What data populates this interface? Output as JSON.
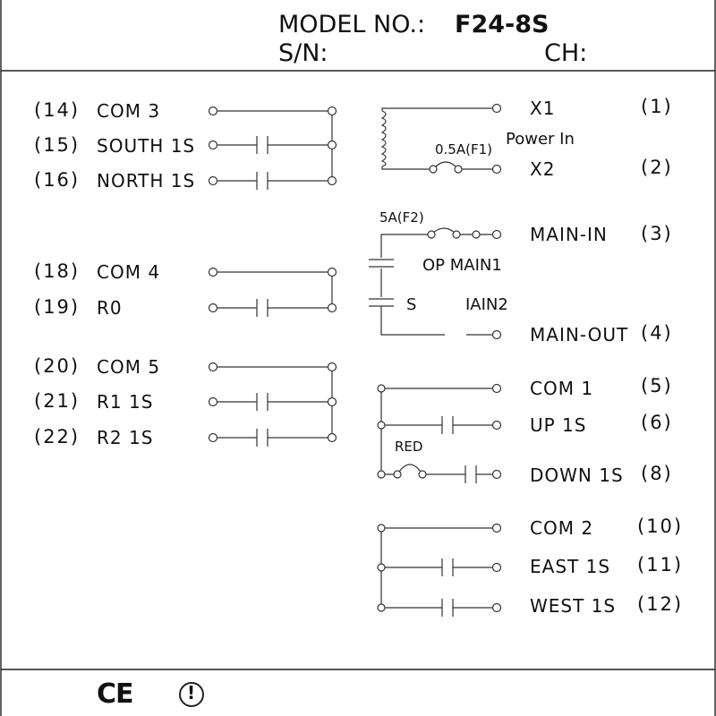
{
  "header": {
    "model_label": "MODEL NO.:",
    "model_value": "F24-8S",
    "sn_label": "S/N:",
    "ch_label": "CH:"
  },
  "left_terminals": [
    {
      "num": "(14)",
      "label": "COM  3"
    },
    {
      "num": "(15)",
      "label": "SOUTH  1S"
    },
    {
      "num": "(16)",
      "label": "NORTH  1S"
    },
    {
      "num": "(18)",
      "label": "COM  4"
    },
    {
      "num": "(19)",
      "label": "R0"
    },
    {
      "num": "(20)",
      "label": "COM  5"
    },
    {
      "num": "(21)",
      "label": "R1  1S"
    },
    {
      "num": "(22)",
      "label": "R2  1S"
    }
  ],
  "right_terminals": [
    {
      "num": "(1)",
      "label": "X1"
    },
    {
      "num": "(2)",
      "label": "X2"
    },
    {
      "num": "(3)",
      "label": "MAIN-IN"
    },
    {
      "num": "(4)",
      "label": "MAIN-OUT"
    },
    {
      "num": "(5)",
      "label": "COM  1"
    },
    {
      "num": "(6)",
      "label": "UP  1S"
    },
    {
      "num": "(8)",
      "label": "DOWN  1S"
    },
    {
      "num": "(10)",
      "label": "COM  2"
    },
    {
      "num": "(11)",
      "label": "EAST  1S"
    },
    {
      "num": "(12)",
      "label": "WEST  1S"
    }
  ],
  "annotations": {
    "power_in": "Power In",
    "fuse1": "0.5A(F1)",
    "fuse2": "5A(F2)",
    "stop_main1": "OP MAIN1",
    "stop_main2_a": "S",
    "stop_main2_b": "IAIN2",
    "red": "RED"
  },
  "footer": {
    "ce_mark": "CE",
    "alert_mark": "!"
  }
}
